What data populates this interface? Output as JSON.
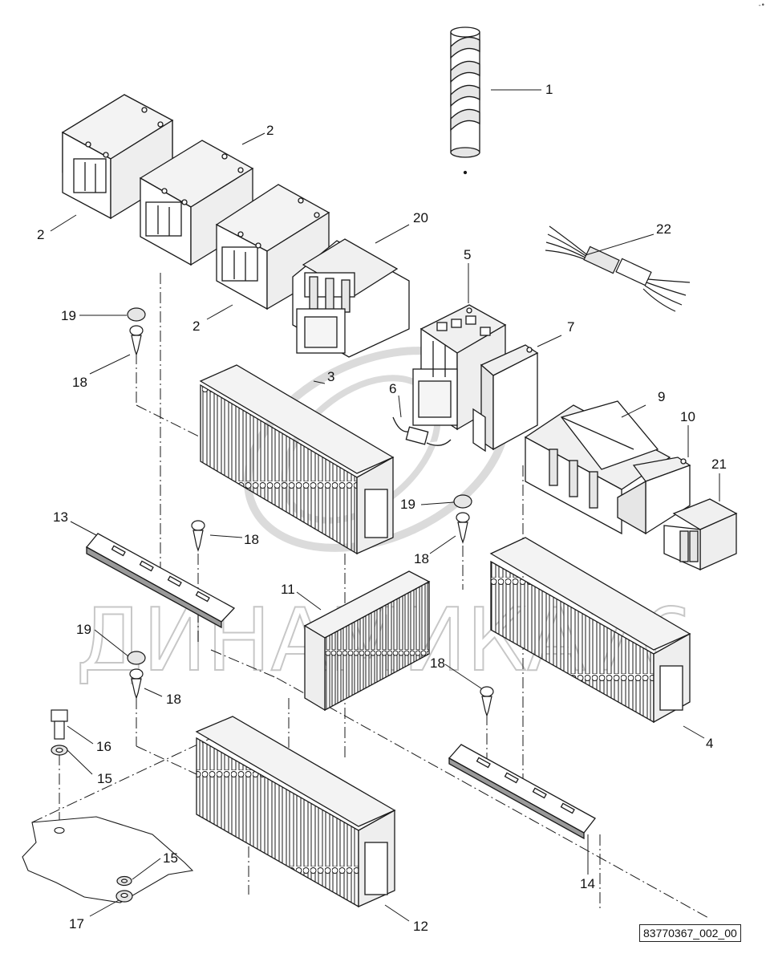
{
  "document": {
    "drawing_number": "83770367_002_00",
    "watermark_text": "ДИНАМИКА76",
    "corner_mark": "-•"
  },
  "callouts": [
    {
      "id": "c1",
      "label": "1"
    },
    {
      "id": "c2a",
      "label": "2"
    },
    {
      "id": "c2b",
      "label": "2"
    },
    {
      "id": "c2c",
      "label": "2"
    },
    {
      "id": "c3",
      "label": "3"
    },
    {
      "id": "c4",
      "label": "4"
    },
    {
      "id": "c5",
      "label": "5"
    },
    {
      "id": "c6",
      "label": "6"
    },
    {
      "id": "c7",
      "label": "7"
    },
    {
      "id": "c9",
      "label": "9"
    },
    {
      "id": "c10",
      "label": "10"
    },
    {
      "id": "c11",
      "label": "11"
    },
    {
      "id": "c12",
      "label": "12"
    },
    {
      "id": "c13",
      "label": "13"
    },
    {
      "id": "c14",
      "label": "14"
    },
    {
      "id": "c15a",
      "label": "15"
    },
    {
      "id": "c15b",
      "label": "15"
    },
    {
      "id": "c16",
      "label": "16"
    },
    {
      "id": "c17",
      "label": "17"
    },
    {
      "id": "c18a",
      "label": "18"
    },
    {
      "id": "c18b",
      "label": "18"
    },
    {
      "id": "c18c",
      "label": "18"
    },
    {
      "id": "c18d",
      "label": "18"
    },
    {
      "id": "c18e",
      "label": "18"
    },
    {
      "id": "c19a",
      "label": "19"
    },
    {
      "id": "c19b",
      "label": "19"
    },
    {
      "id": "c19c",
      "label": "19"
    },
    {
      "id": "c20",
      "label": "20"
    },
    {
      "id": "c21",
      "label": "21"
    },
    {
      "id": "c22",
      "label": "22"
    }
  ],
  "colors": {
    "line": "#1a1a1a",
    "face": "#ffffff",
    "shade": "#e6e6e6",
    "dark": "#9a9a9a",
    "watermark": "#bdbdbd"
  }
}
